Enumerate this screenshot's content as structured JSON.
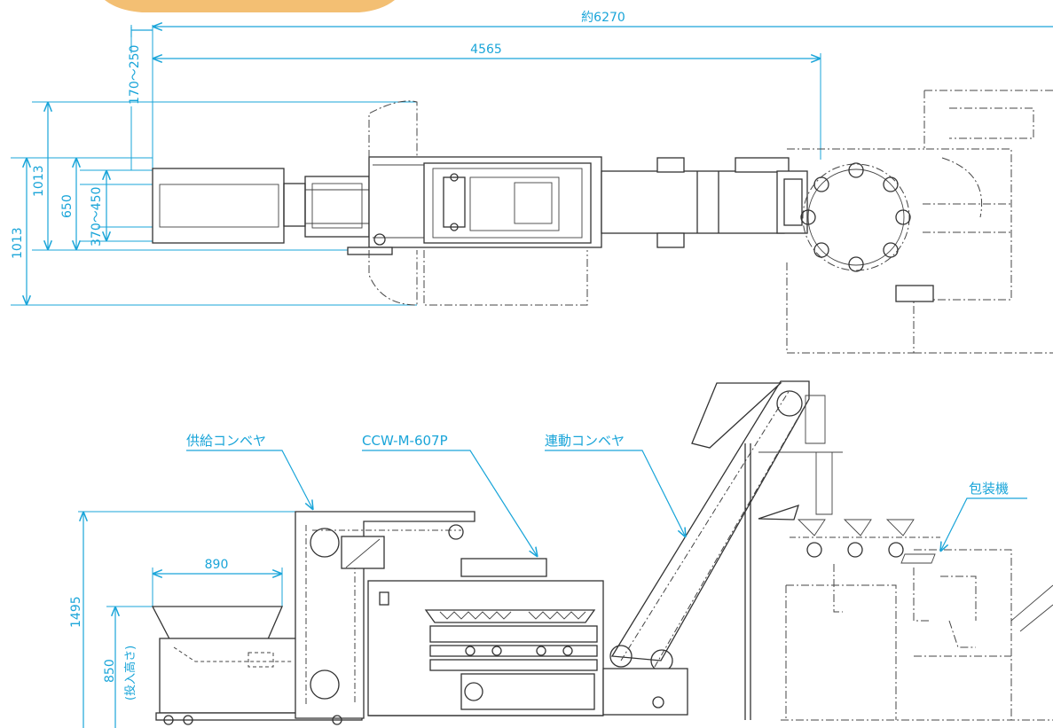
{
  "dimensions": {
    "overall_length": "約6270",
    "length_4565": "4565",
    "offset": "170～250",
    "width_1013_inner": "1013",
    "width_1013_outer": "1013",
    "width_650": "650",
    "belt_width": "370～450",
    "hopper_length": "890",
    "height_1495": "1495",
    "input_height_value": "850",
    "input_height_note": "(投入高さ)"
  },
  "callouts": {
    "supply_conveyor": "供給コンベヤ",
    "model": "CCW-M-607P",
    "linked_conveyor": "連動コンベヤ",
    "packaging_machine": "包装機"
  },
  "colors": {
    "dimension": "#1aa5d9",
    "machine_line": "#333333",
    "orange_tab": "#f3bf73"
  }
}
